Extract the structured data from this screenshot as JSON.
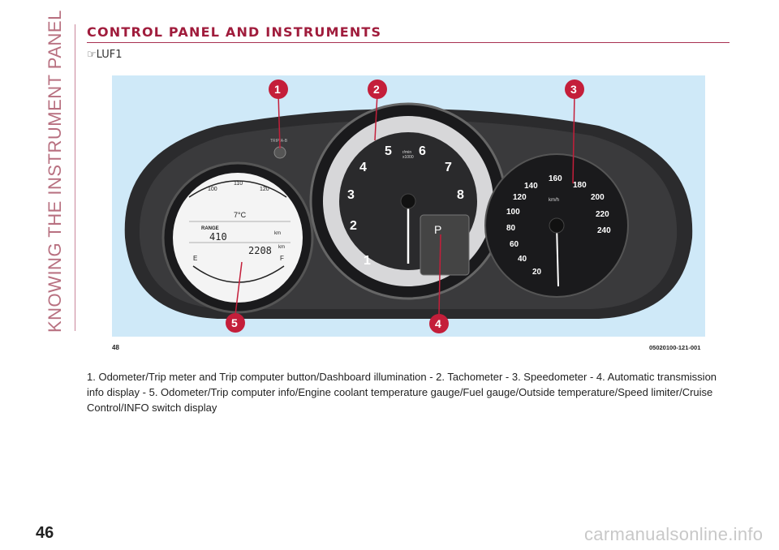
{
  "side_title": "KNOWING THE INSTRUMENT PANEL",
  "header_title": "CONTROL PANEL AND INSTRUMENTS",
  "badge_icon": "hand-pointer-icon",
  "badge_text": "LUF1",
  "figure": {
    "number": "48",
    "code": "05020100-121-001",
    "callouts": [
      "1",
      "2",
      "3",
      "4",
      "5"
    ],
    "tachometer": {
      "ticks": [
        "1",
        "2",
        "3",
        "4",
        "5",
        "6",
        "7",
        "8"
      ],
      "unit_line1": "r/min",
      "unit_line2": "x1000"
    },
    "speedometer": {
      "ticks": [
        "20",
        "40",
        "60",
        "80",
        "100",
        "120",
        "140",
        "160",
        "180",
        "200",
        "220",
        "240"
      ],
      "unit": "km/h"
    },
    "info_display": {
      "temp_ticks": [
        "100",
        "110",
        "120"
      ],
      "temp_value": "7°C",
      "range_label": "RANGE",
      "range_value": "410",
      "range_unit": "km",
      "odometer_value": "2208",
      "odometer_unit": "km",
      "fuel_empty": "E",
      "fuel_full": "F"
    },
    "gear_indicator": "P",
    "trip_button_label": "TRIP/A-B"
  },
  "caption": "1. Odometer/Trip meter and Trip computer button/Dashboard illumination - 2. Tachometer - 3. Speedometer - 4. Automatic transmission info display - 5. Odometer/Trip computer info/Engine coolant temperature gauge/Fuel gauge/Outside temperature/Speed limiter/Cruise Control/INFO switch display",
  "page_number": "46",
  "watermark": "carmanualsonline.info",
  "colors": {
    "accent": "#a01c3c",
    "callout": "#c41e3a",
    "figure_bg": "#cfe9f8"
  }
}
